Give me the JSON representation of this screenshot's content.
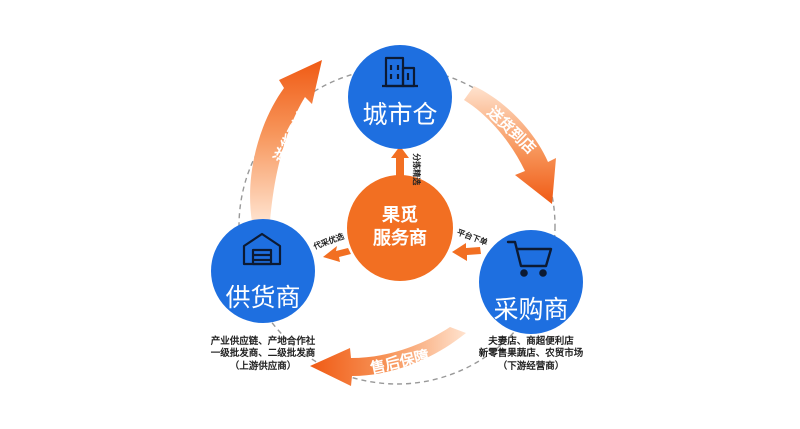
{
  "nodes": {
    "city_warehouse": "城市仓",
    "supplier": "供货商",
    "buyer": "采购商",
    "center": [
      "果觅",
      "服务商"
    ]
  },
  "flows": {
    "deliver_to_warehouse": "送货到仓",
    "deliver_to_store": "送货到店",
    "after_sales": "售后保障"
  },
  "center_links": {
    "sort_select": "分拣精选",
    "proxy_select": "代采优选",
    "platform_order": "平台下单"
  },
  "supplier_notes": [
    "产业供应链、产地合作社",
    "一级批发商、二级批发商",
    "（上游供应商）"
  ],
  "buyer_notes": [
    "夫妻店、商超便利店",
    "新零售果蔬店、农贸市场",
    "（下游经营商）"
  ],
  "icons": {
    "city_warehouse": "building-icon",
    "supplier": "warehouse-icon",
    "buyer": "shopping-cart-icon"
  },
  "colors": {
    "blue": "#1e6fe0",
    "orange": "#f26f22",
    "text": "#222222"
  }
}
